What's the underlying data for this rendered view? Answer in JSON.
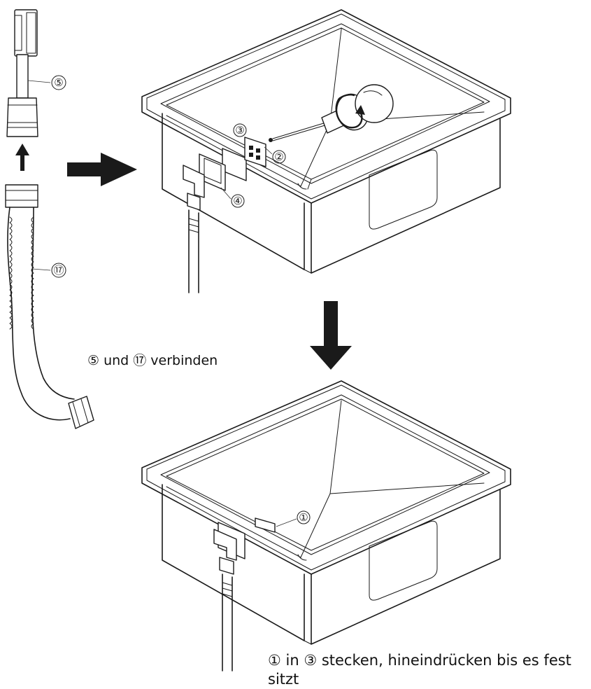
{
  "parts": {
    "part1": "①",
    "part2": "②",
    "part3": "③",
    "part4": "④",
    "part5": "⑤",
    "part17": "⑰"
  },
  "captions": {
    "connect": "⑤ und ⑰ verbinden",
    "insert": "① in ③ stecken, hineindrücken bis es fest sitzt"
  },
  "icons": {
    "arrow_up": "arrow-up-icon",
    "arrow_right": "arrow-right-icon",
    "arrow_down": "arrow-down-icon",
    "rotate": "rotate-arrow-icon"
  },
  "colors": {
    "line": "#1a1a1a",
    "background": "#ffffff"
  }
}
